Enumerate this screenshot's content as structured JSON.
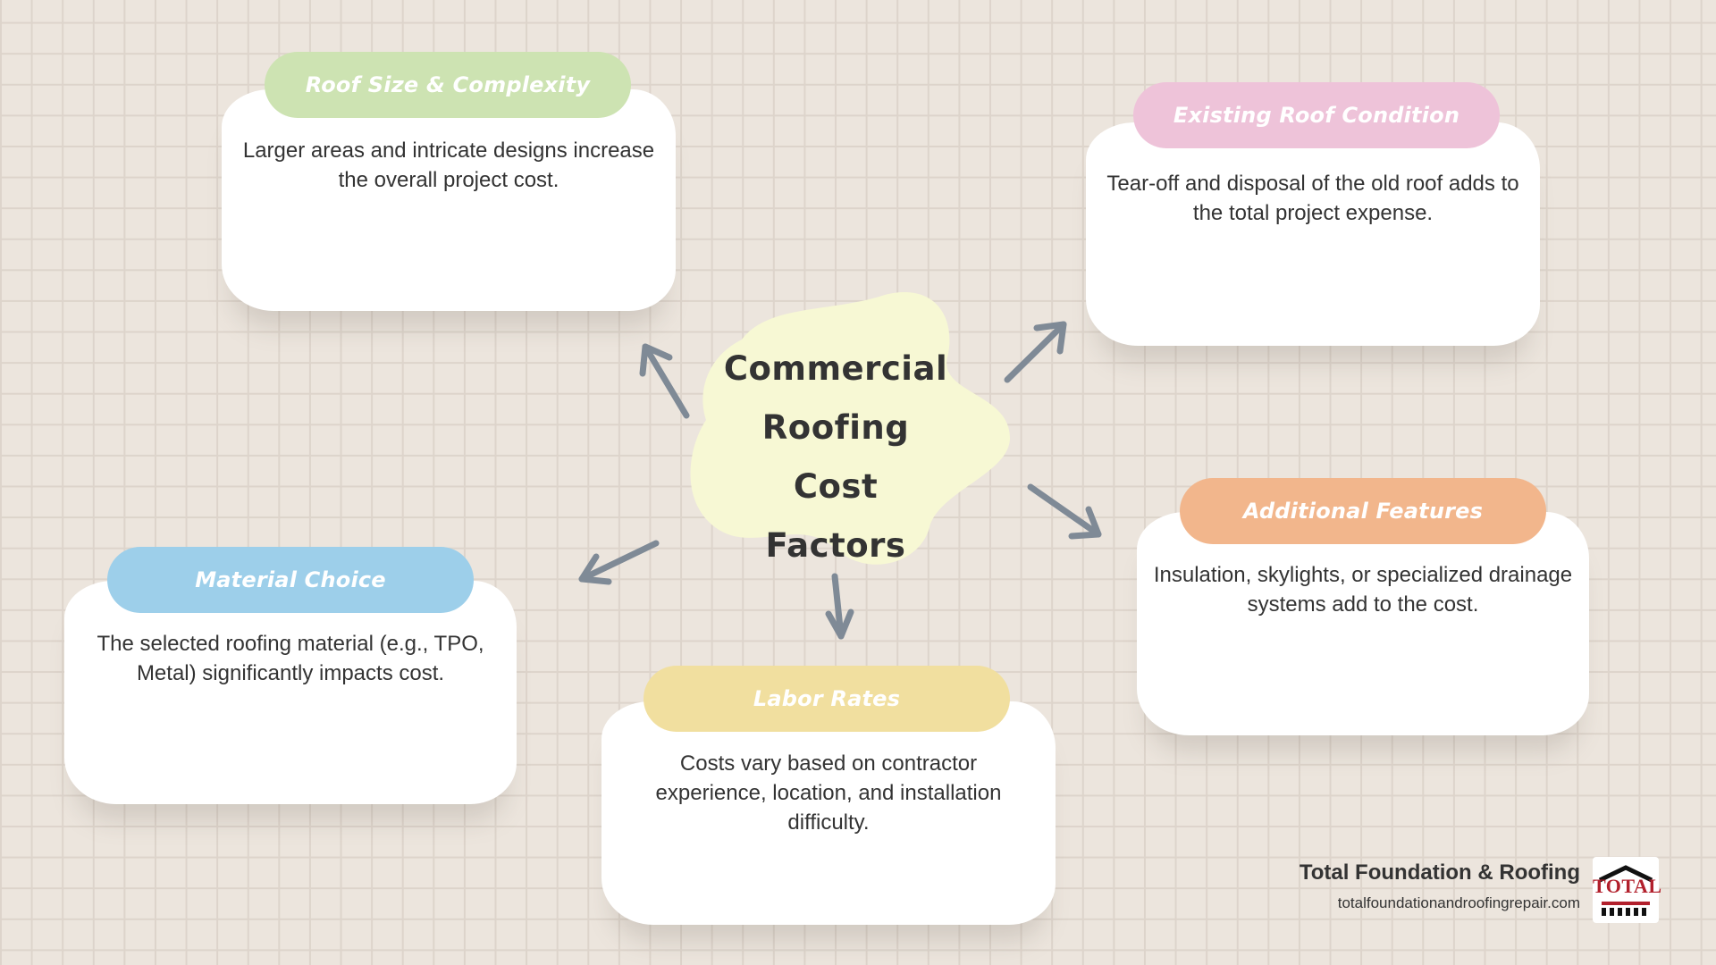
{
  "center": {
    "title_lines": [
      "Commercial",
      "Roofing Cost",
      "Factors"
    ]
  },
  "factors": [
    {
      "title": "Roof Size & Complexity",
      "description": "Larger areas and intricate designs increase the overall project cost.",
      "color": "#cde3b2"
    },
    {
      "title": "Existing Roof Condition",
      "description": "Tear-off and disposal of the old roof adds to the total project expense.",
      "color": "#eec3d9"
    },
    {
      "title": "Additional Features",
      "description": "Insulation, skylights, or specialized drainage systems add to the cost.",
      "color": "#f2b68c"
    },
    {
      "title": "Labor Rates",
      "description": "Costs vary based on contractor experience, location, and installation difficulty.",
      "color": "#f1df9f"
    },
    {
      "title": "Material Choice",
      "description": "The selected roofing material (e.g., TPO, Metal) significantly impacts cost.",
      "color": "#9dcfea"
    }
  ],
  "colors": {
    "background": "#ece5dd",
    "grid_line": "#ddd4cb",
    "center_blob": "#f7f8d4",
    "arrow": "#7f8a96",
    "text": "#333333",
    "logo_red": "#b2202c"
  },
  "brand": {
    "name": "Total Foundation & Roofing",
    "url": "totalfoundationandroofingrepair.com",
    "logo_word": "TOTAL"
  }
}
